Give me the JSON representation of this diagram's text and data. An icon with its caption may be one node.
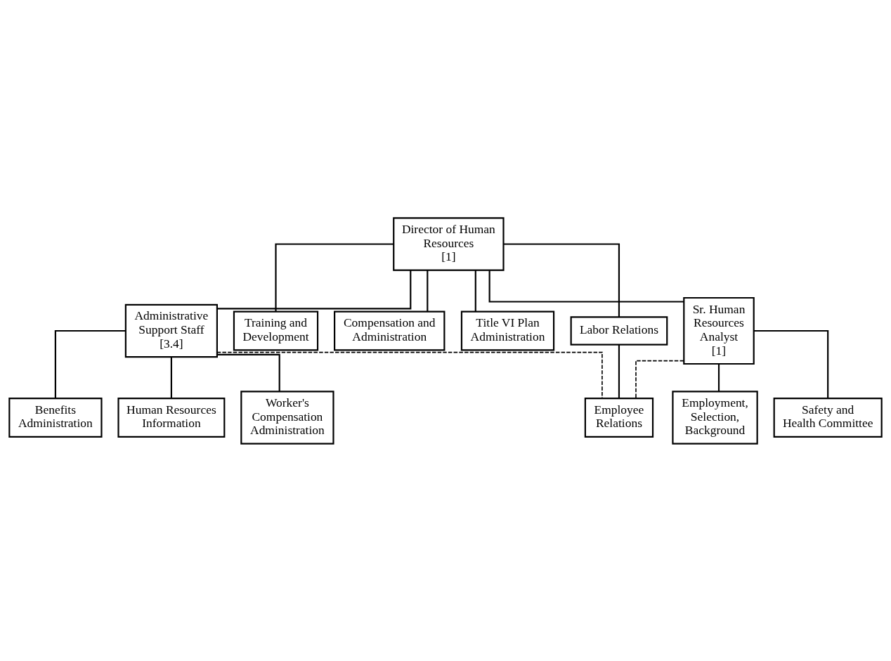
{
  "diagram": {
    "nodes": [
      {
        "text": [
          "Director of Human Resources",
          "[1]"
        ]
      },
      {
        "text": [
          "Administrative Support Staff",
          "[3.4]"
        ]
      },
      {
        "text": [
          "Training and Development"
        ]
      },
      {
        "text": [
          "Compensation and Administration"
        ]
      },
      {
        "text": [
          "Title VI Plan Administration"
        ]
      },
      {
        "text": [
          "Sr. Human Resources Analyst",
          "[1]"
        ]
      },
      {
        "text": [
          "Benefits Administration"
        ]
      },
      {
        "text": [
          "Human Resources Information"
        ]
      },
      {
        "text": [
          "Worker's Compensation Administration"
        ]
      },
      {
        "text": [
          "Labor Relations"
        ]
      },
      {
        "text": [
          "Employee Relations"
        ]
      },
      {
        "text": [
          "Employment, Selection, Background"
        ]
      },
      {
        "text": [
          "Safety and Health Committee"
        ]
      }
    ],
    "edges": [
      {
        "from": 0,
        "to": 1,
        "arrow": "none"
      },
      {
        "from": 0,
        "to": 2,
        "arrow": "none"
      },
      {
        "from": 0,
        "to": 9,
        "arrow": "none"
      },
      {
        "from": 0,
        "to": 3,
        "arrow": "none"
      },
      {
        "from": 0,
        "to": 4,
        "arrow": "none"
      },
      {
        "from": 0,
        "to": 5,
        "arrow": "none"
      },
      {
        "from": 1,
        "to": 6,
        "arrow": "none"
      },
      {
        "from": 1,
        "to": 7,
        "arrow": "none"
      },
      {
        "from": 1,
        "to": 8,
        "arrow": "none"
      },
      {
        "from": 9,
        "to": 10,
        "arrow": "none"
      },
      {
        "from": 1,
        "to": 10,
        "arrow": "none",
        "style": "dashed"
      },
      {
        "from": 5,
        "to": 10,
        "arrow": "none",
        "style": "dashed"
      },
      {
        "from": 5,
        "to": 11,
        "arrow": "none"
      },
      {
        "from": 5,
        "to": 12,
        "arrow": "none"
      }
    ]
  }
}
